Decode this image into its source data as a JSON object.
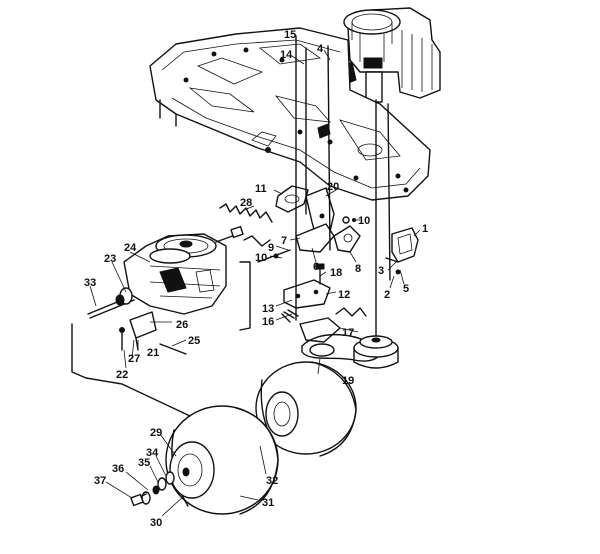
{
  "diagram": {
    "callouts": [
      {
        "id": "c1",
        "text": "1"
      },
      {
        "id": "c2",
        "text": "2"
      },
      {
        "id": "c3",
        "text": "3"
      },
      {
        "id": "c4",
        "text": "4"
      },
      {
        "id": "c5",
        "text": "5"
      },
      {
        "id": "c6",
        "text": "6"
      },
      {
        "id": "c7",
        "text": "7"
      },
      {
        "id": "c8",
        "text": "8"
      },
      {
        "id": "c9",
        "text": "9"
      },
      {
        "id": "c10a",
        "text": "10"
      },
      {
        "id": "c10b",
        "text": "10"
      },
      {
        "id": "c11",
        "text": "11"
      },
      {
        "id": "c12",
        "text": "12"
      },
      {
        "id": "c13",
        "text": "13"
      },
      {
        "id": "c14",
        "text": "14"
      },
      {
        "id": "c15",
        "text": "15"
      },
      {
        "id": "c16",
        "text": "16"
      },
      {
        "id": "c17",
        "text": "17"
      },
      {
        "id": "c18",
        "text": "18"
      },
      {
        "id": "c19",
        "text": "19"
      },
      {
        "id": "c20",
        "text": "20"
      },
      {
        "id": "c21",
        "text": "21"
      },
      {
        "id": "c22",
        "text": "22"
      },
      {
        "id": "c23",
        "text": "23"
      },
      {
        "id": "c24",
        "text": "24"
      },
      {
        "id": "c25",
        "text": "25"
      },
      {
        "id": "c26",
        "text": "26"
      },
      {
        "id": "c27",
        "text": "27"
      },
      {
        "id": "c28",
        "text": "28"
      },
      {
        "id": "c29",
        "text": "29"
      },
      {
        "id": "c30",
        "text": "30"
      },
      {
        "id": "c31",
        "text": "31"
      },
      {
        "id": "c32",
        "text": "32"
      },
      {
        "id": "c33",
        "text": "33"
      },
      {
        "id": "c34",
        "text": "34"
      },
      {
        "id": "c35",
        "text": "35"
      },
      {
        "id": "c36",
        "text": "36"
      },
      {
        "id": "c37",
        "text": "37"
      }
    ]
  }
}
